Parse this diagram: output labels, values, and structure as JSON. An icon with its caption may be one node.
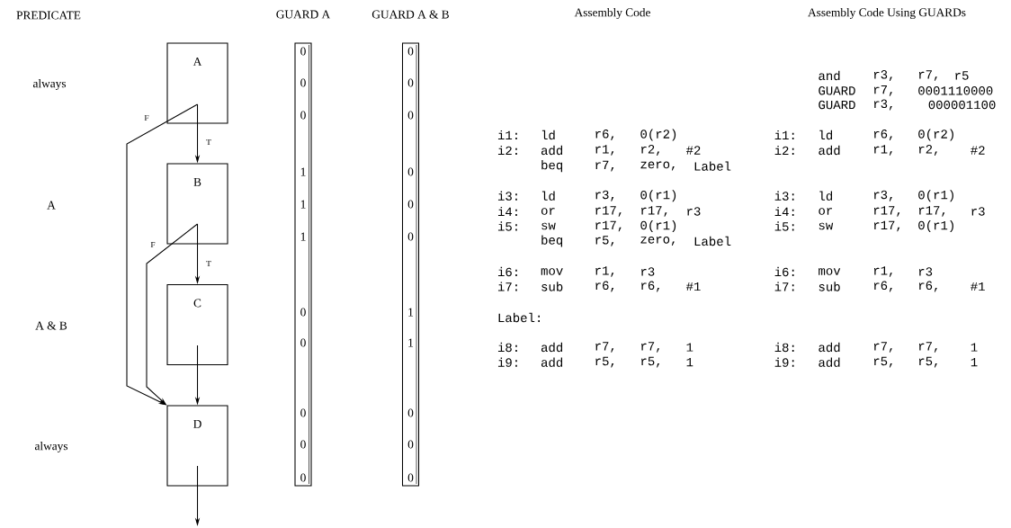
{
  "diagram": {
    "nodes": [
      {
        "text": [
          "A"
        ]
      },
      {
        "text": [
          "B"
        ]
      },
      {
        "text": [
          "C"
        ]
      },
      {
        "text": [
          "D"
        ]
      },
      {
        "text": [
          "GUARD A",
          "0",
          "0",
          "0",
          "1",
          "1",
          "1",
          "0",
          "0",
          "0",
          "0",
          "0"
        ]
      },
      {
        "text": [
          "GUARD A & B",
          "0",
          "0",
          "0",
          "0",
          "0",
          "0",
          "1",
          "1",
          "0",
          "0",
          "0"
        ]
      }
    ],
    "edges": [
      {
        "from": 0,
        "to": 1,
        "arrow": "to",
        "label": "T"
      },
      {
        "from": 0,
        "to": 3,
        "arrow": "to",
        "label": "F"
      },
      {
        "from": 1,
        "to": 2,
        "arrow": "to",
        "label": "T"
      },
      {
        "from": 1,
        "to": 3,
        "arrow": "to",
        "label": "F"
      },
      {
        "from": 2,
        "to": 3,
        "arrow": "to"
      },
      {
        "from": 3,
        "to": null,
        "arrow": "to"
      }
    ],
    "labels": [
      "PREDICATE",
      "always",
      "A",
      "A & B",
      "always",
      "Assembly Code",
      "Assembly Code Using GUARDs",
      "i1:",
      "ld",
      "r6,",
      "0(r2)",
      "i2:",
      "add",
      "r1,",
      "r2,",
      "#2",
      "beq",
      "r7,",
      "zero,",
      "Label",
      "i3:",
      "ld",
      "r3,",
      "0(r1)",
      "i4:",
      "or",
      "r17,",
      "r17,",
      "r3",
      "i5:",
      "sw",
      "r17,",
      "0(r1)",
      "beq",
      "r5,",
      "zero,",
      "Label",
      "i6:",
      "mov",
      "r1,",
      "r3",
      "i7:",
      "sub",
      "r6,",
      "r6,",
      "#1",
      "Label:",
      "i8:",
      "add",
      "r7,",
      "r7,",
      "1",
      "i9:",
      "add",
      "r5,",
      "r5,",
      "1",
      "and",
      "r3,",
      "r7,",
      "r5",
      "GUARD",
      "r7,",
      "0001110000",
      "GUARD",
      "r3,",
      "000001100",
      "i1:",
      "ld",
      "r6,",
      "0(r2)",
      "i2:",
      "add",
      "r1,",
      "r2,",
      "#2",
      "i3:",
      "ld",
      "r3,",
      "0(r1)",
      "i4:",
      "or",
      "r17,",
      "r17,",
      "r3",
      "i5:",
      "sw",
      "r17,",
      "0(r1)",
      "i6:",
      "mov",
      "r1,",
      "r3",
      "i7:",
      "sub",
      "r6,",
      "r6,",
      "#1",
      "i8:",
      "add",
      "r7,",
      "r7,",
      "1",
      "i9:",
      "add",
      "r5,",
      "r5,",
      "1"
    ]
  }
}
